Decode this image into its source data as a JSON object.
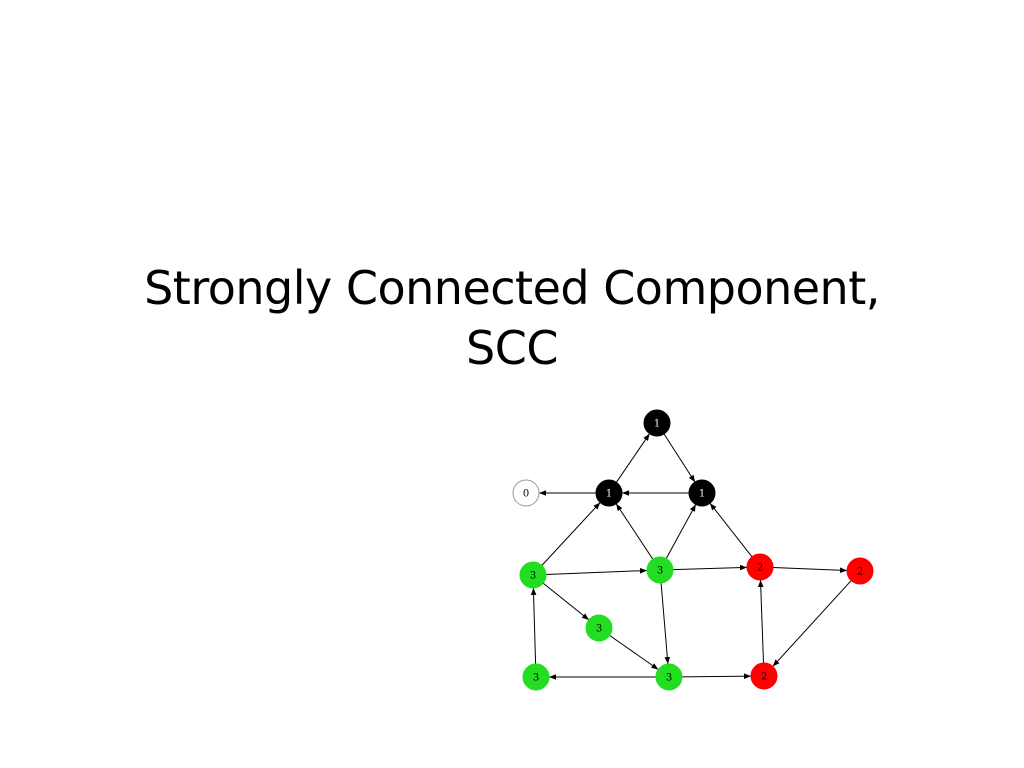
{
  "slide": {
    "title_line1": "Strongly Connected Component,",
    "title_line2": "SCC"
  },
  "colors": {
    "component_0": "#ffffff",
    "component_1": "#000000",
    "component_2": "#ff0000",
    "component_3": "#22dd22",
    "edge": "#000000"
  },
  "graph": {
    "nodes": [
      {
        "id": "a",
        "label": "1",
        "component": 1
      },
      {
        "id": "b",
        "label": "0",
        "component": 0
      },
      {
        "id": "c",
        "label": "1",
        "component": 1
      },
      {
        "id": "d",
        "label": "1",
        "component": 1
      },
      {
        "id": "e",
        "label": "3",
        "component": 3
      },
      {
        "id": "f",
        "label": "3",
        "component": 3
      },
      {
        "id": "g",
        "label": "2",
        "component": 2
      },
      {
        "id": "h",
        "label": "2",
        "component": 2
      },
      {
        "id": "i",
        "label": "3",
        "component": 3
      },
      {
        "id": "j",
        "label": "3",
        "component": 3
      },
      {
        "id": "k",
        "label": "3",
        "component": 3
      },
      {
        "id": "l",
        "label": "2",
        "component": 2
      }
    ],
    "edges": [
      {
        "from": "c",
        "to": "a"
      },
      {
        "from": "a",
        "to": "d"
      },
      {
        "from": "d",
        "to": "c"
      },
      {
        "from": "c",
        "to": "b"
      },
      {
        "from": "e",
        "to": "c"
      },
      {
        "from": "f",
        "to": "c"
      },
      {
        "from": "f",
        "to": "d"
      },
      {
        "from": "g",
        "to": "d"
      },
      {
        "from": "e",
        "to": "f"
      },
      {
        "from": "f",
        "to": "g"
      },
      {
        "from": "g",
        "to": "h"
      },
      {
        "from": "h",
        "to": "l"
      },
      {
        "from": "l",
        "to": "g"
      },
      {
        "from": "e",
        "to": "i"
      },
      {
        "from": "i",
        "to": "k"
      },
      {
        "from": "f",
        "to": "k"
      },
      {
        "from": "k",
        "to": "j"
      },
      {
        "from": "j",
        "to": "e"
      },
      {
        "from": "k",
        "to": "l"
      }
    ]
  }
}
